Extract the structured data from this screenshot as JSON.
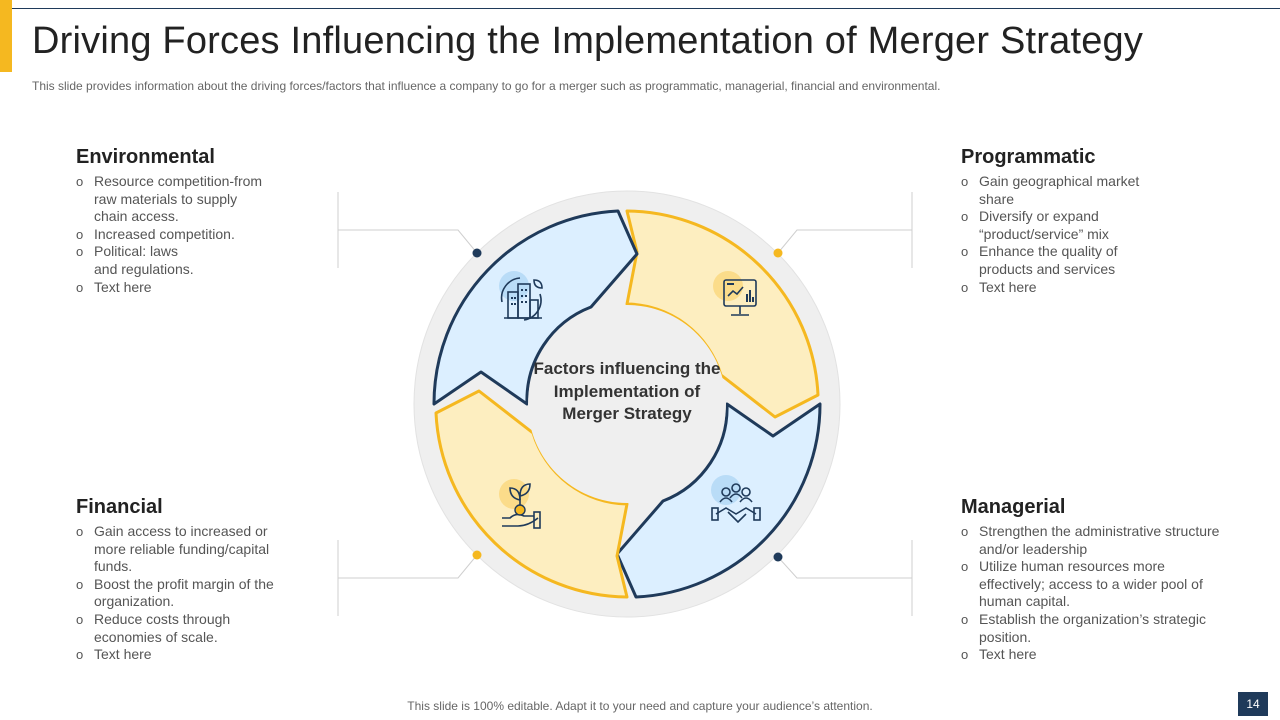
{
  "slide": {
    "title": "Driving Forces Influencing the Implementation  of Merger Strategy",
    "subtitle": "This slide provides  information  about  the  driving  forces/factors  that influence  a company to go  for a merger  such as programmatic,  managerial,  financial  and  environmental.",
    "center_label": "Factors influencing the Implementation of Merger Strategy",
    "footer": "This  slide is 100%  editable.  Adapt  it to your need  and  capture  your  audience’s  attention.",
    "page_number": "14"
  },
  "colors": {
    "accent_yellow": "#f5b820",
    "navy": "#1f3a5a",
    "light_blue": "#dcefff",
    "light_yellow": "#fdeec0",
    "ring_gray": "#efefef"
  },
  "environmental": {
    "heading": "Environmental",
    "icon": "green-building-icon",
    "items": [
      "Resource competition-from raw materials to supply chain access.",
      "Increased competition.",
      "Political: laws and regulations.",
      "Text here"
    ]
  },
  "programmatic": {
    "heading": "Programmatic",
    "icon": "computer-analytics-icon",
    "items": [
      "Gain geographical  market share",
      "Diversify or expand “product/service” mix",
      "Enhance the quality of products and services",
      "Text here"
    ]
  },
  "financial": {
    "heading": "Financial",
    "icon": "money-plant-hand-icon",
    "items": [
      "Gain access to increased or more reliable  funding/capital funds.",
      "Boost the profit margin of the organization.",
      "Reduce costs through economies of scale.",
      "Text here"
    ]
  },
  "managerial": {
    "heading": "Managerial",
    "icon": "handshake-team-icon",
    "items": [
      "Strengthen the administrative structure and/or leadership",
      "Utilize human resources more effectively; access to a wider pool of human capital.",
      "Establish the organization’s strategic position.",
      "Text here"
    ]
  }
}
